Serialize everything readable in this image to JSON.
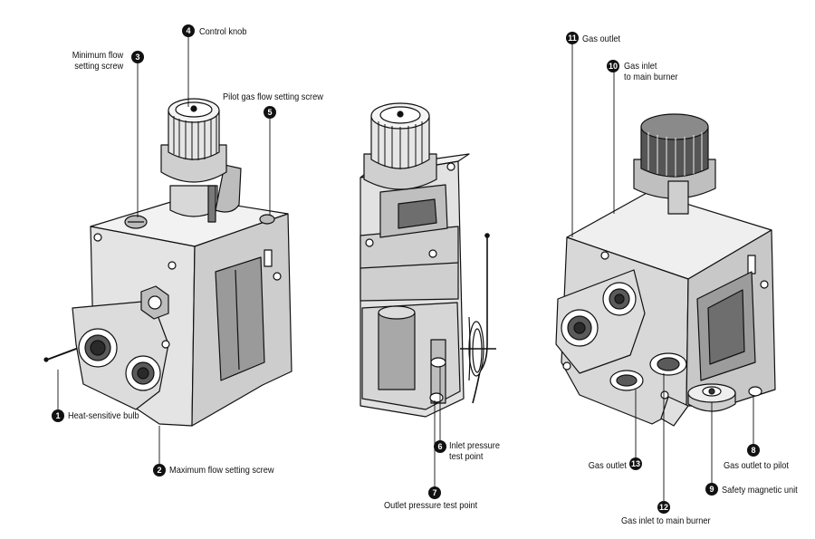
{
  "colors": {
    "ink": "#111111",
    "metal_light": "#f2f2f2",
    "metal_mid": "#cfcfcf",
    "metal_dark": "#6e6e6e",
    "paper": "#ffffff"
  },
  "callouts": [
    {
      "num": "1",
      "text": "Heat-sensitive bulb"
    },
    {
      "num": "2",
      "text": "Maximum flow setting screw"
    },
    {
      "num": "3",
      "lines": [
        "Minimum flow",
        "setting screw"
      ]
    },
    {
      "num": "4",
      "text": "Control knob"
    },
    {
      "num": "5",
      "text": "Pilot gas flow setting screw"
    },
    {
      "num": "6",
      "lines": [
        "Inlet pressure",
        "test point"
      ]
    },
    {
      "num": "7",
      "text": "Outlet pressure test point"
    },
    {
      "num": "8",
      "text": "Gas outlet to pilot"
    },
    {
      "num": "9",
      "text": "Safety magnetic unit"
    },
    {
      "num": "10",
      "lines": [
        "Gas inlet",
        "to main burner"
      ]
    },
    {
      "num": "11",
      "text": "Gas outlet"
    },
    {
      "num": "12",
      "text": "Gas inlet to main burner"
    },
    {
      "num": "13",
      "text": "Gas outlet"
    }
  ]
}
